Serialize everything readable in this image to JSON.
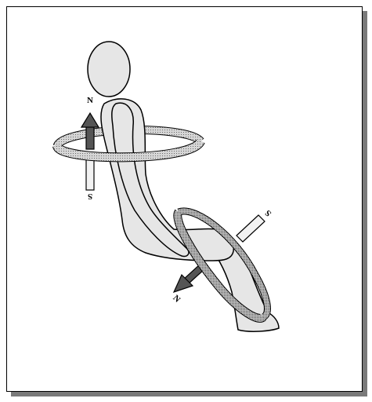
{
  "figure": {
    "labels": {
      "top_arrow": "N",
      "bottom_arrow": "S",
      "leg_front_arrow": "N",
      "leg_back_arrow": "S"
    },
    "colors": {
      "skin": "#e6e6e6",
      "outline": "#000000",
      "coil_fill": "#c8c8c8",
      "arrow_dark": "#555555",
      "arrow_light": "#f2f2f2",
      "shadow": "#7a7a7a"
    }
  }
}
